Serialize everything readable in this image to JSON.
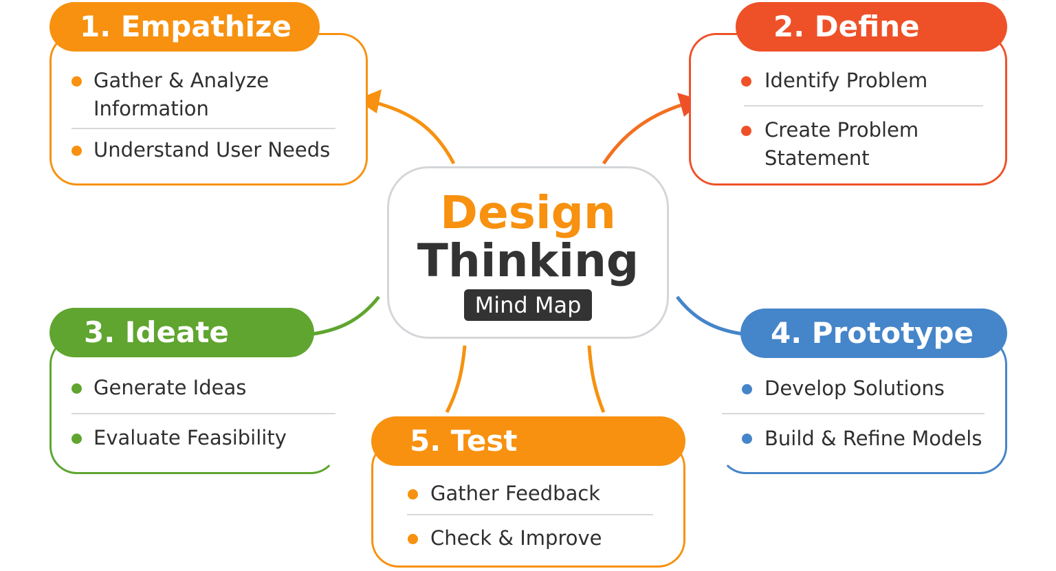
{
  "colors": {
    "empathize": "#F7910F",
    "define": "#EE5128",
    "ideate": "#5FA52F",
    "prototype": "#4585C9",
    "test": "#F7910F",
    "title": "#F7910F"
  },
  "center": {
    "title_line1": "Design",
    "title_line2": "Thinking",
    "subtitle": "Mind Map"
  },
  "stages": [
    {
      "title": "1. Empathize",
      "items": [
        "Gather & Analyze Information",
        "Understand User Needs"
      ]
    },
    {
      "title": "2. Define",
      "items": [
        "Identify Problem",
        "Create Problem Statement"
      ]
    },
    {
      "title": "3. Ideate",
      "items": [
        "Generate Ideas",
        "Evaluate Feasibility"
      ]
    },
    {
      "title": "4. Prototype",
      "items": [
        "Develop Solutions",
        "Build & Refine Models"
      ]
    },
    {
      "title": "5. Test",
      "items": [
        "Gather Feedback",
        "Check & Improve"
      ]
    }
  ]
}
